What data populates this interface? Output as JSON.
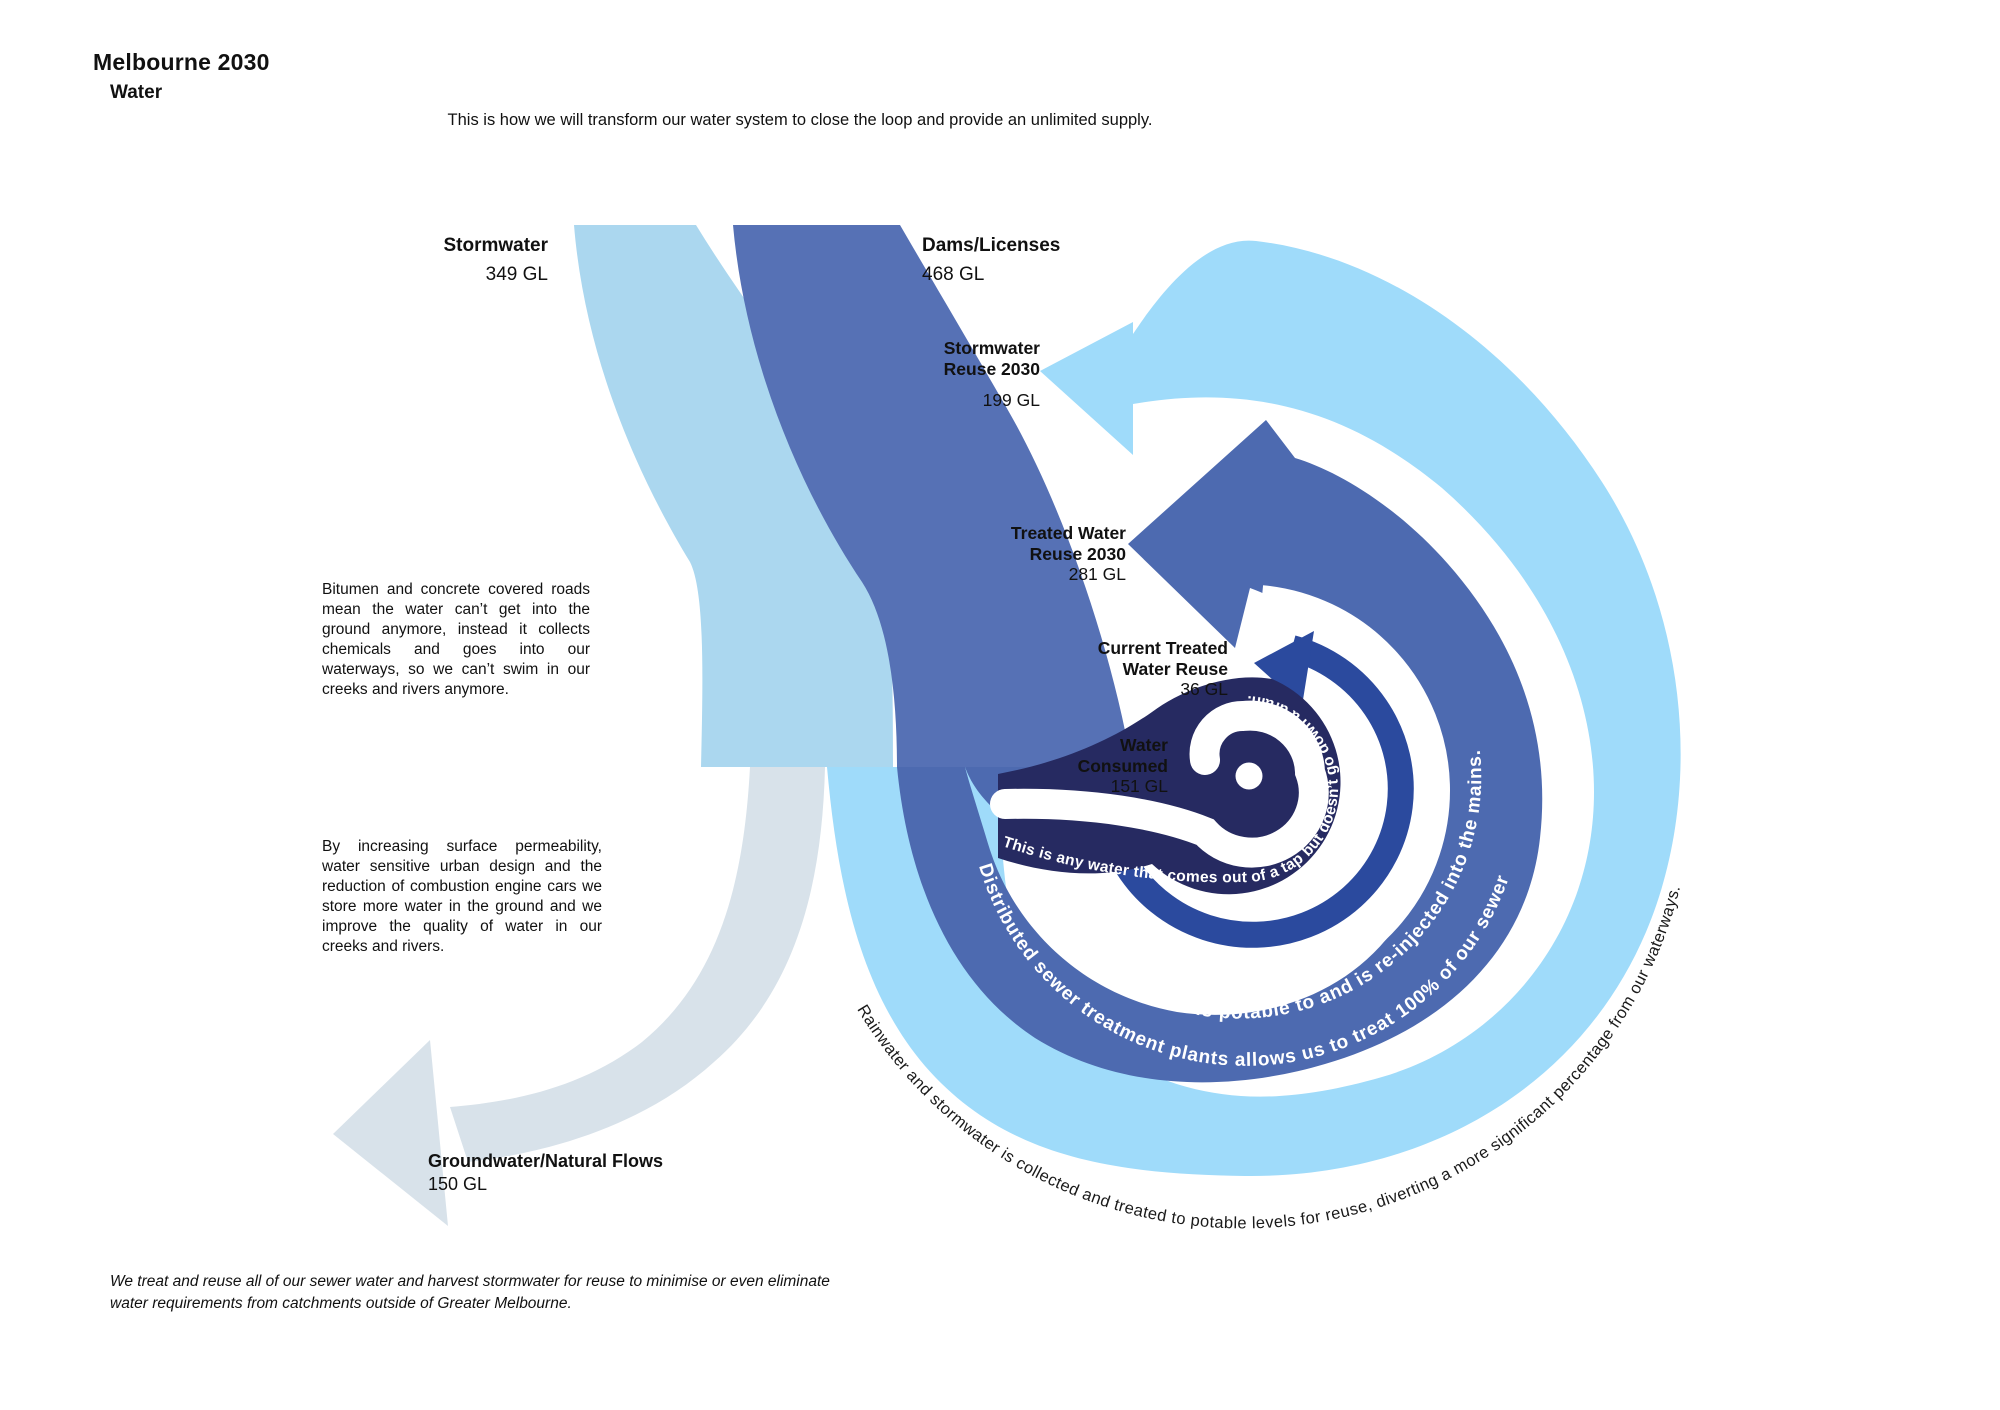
{
  "title": "Melbourne 2030",
  "subtitle": "Water",
  "tagline": "This is how we will transform our water system to close the loop and provide an unlimited supply.",
  "flows": {
    "stormwater": {
      "name": "Stormwater",
      "value": "349 GL"
    },
    "dams": {
      "name": "Dams/Licenses",
      "value": "468 GL"
    },
    "stormwater_reuse": {
      "name": "Stormwater\nReuse 2030",
      "value": "199 GL"
    },
    "treated_reuse": {
      "name": "Treated Water\nReuse 2030",
      "value": "281 GL"
    },
    "current_reuse": {
      "name": "Current Treated\nWater Reuse",
      "value": "36 GL"
    },
    "consumed": {
      "name": "Water\nConsumed",
      "value": "151 GL"
    },
    "groundwater": {
      "name": "Groundwater/Natural Flows",
      "value": "150 GL"
    }
  },
  "annotations": {
    "bitumen": "Bitumen and concrete covered roads mean the water can’t get into the ground anymore, instead it collects chemicals and goes into our waterways, so we can’t swim in our creeks and rivers anymore.",
    "permeability": "By increasing surface permeability, water sensitive urban design and the reduction of combustion engine cars we store more water in the ground and we improve the quality of water in our creeks and rivers.",
    "footnote": "We treat and reuse all of our sewer water and harvest stormwater for reuse to minimise or even eliminate water requirements from catchments outside of Greater Melbourne."
  },
  "curved_text": {
    "consumed_ring": "This is any water that comes out of a tap but doesn’t go down a drain.",
    "treated_ring_line1": "Distributed sewer treatment plants allows us to treat 100% of our sewer",
    "treated_ring_line2": "water to a standard that is potable to and is re-injected into the mains.",
    "outer_ring": "Rainwater and stormwater is collected and treated to potable levels for reuse, diverting a more significant percentage from our waterways."
  },
  "colors": {
    "light_blue_band": "#abd7ef",
    "sky_blue_ring": "#9fdbfa",
    "medium_blue_band": "#5671b5",
    "medium_blue_ring": "#4d6ab0",
    "royal_blue_arrow": "#2b4a9e",
    "navy_core": "#262a61",
    "pale_gray_band": "#d8e2ea",
    "text": "#111111"
  }
}
